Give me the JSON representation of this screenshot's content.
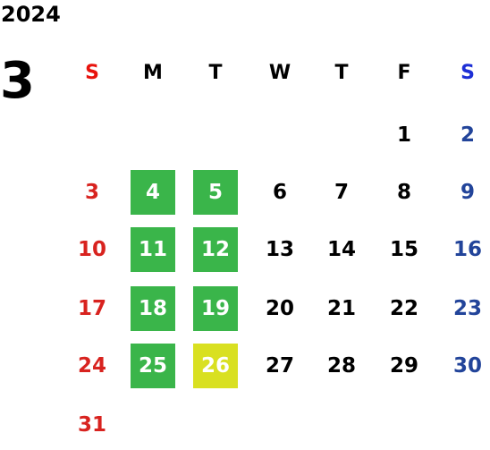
{
  "calendar": {
    "year": "2024",
    "month": "3",
    "weekdays": [
      "S",
      "M",
      "T",
      "W",
      "T",
      "F",
      "S"
    ],
    "weeks": [
      [
        "",
        "",
        "",
        "",
        "",
        "1",
        "2"
      ],
      [
        "3",
        "4",
        "5",
        "6",
        "7",
        "8",
        "9"
      ],
      [
        "10",
        "11",
        "12",
        "13",
        "14",
        "15",
        "16"
      ],
      [
        "17",
        "18",
        "19",
        "20",
        "21",
        "22",
        "23"
      ],
      [
        "24",
        "25",
        "26",
        "27",
        "28",
        "29",
        "30"
      ],
      [
        "31",
        "",
        "",
        "",
        "",
        "",
        ""
      ]
    ],
    "highlight_green": [
      "4",
      "5",
      "11",
      "12",
      "18",
      "19",
      "25"
    ],
    "highlight_yellow": [
      "26"
    ],
    "colors": {
      "sunday_header": "#e8120c",
      "saturday_header": "#1d2fd6",
      "sunday": "#d8231f",
      "saturday": "#22449a",
      "green": "#3ab54a",
      "yellow": "#d9e021",
      "text": "#000000"
    }
  }
}
